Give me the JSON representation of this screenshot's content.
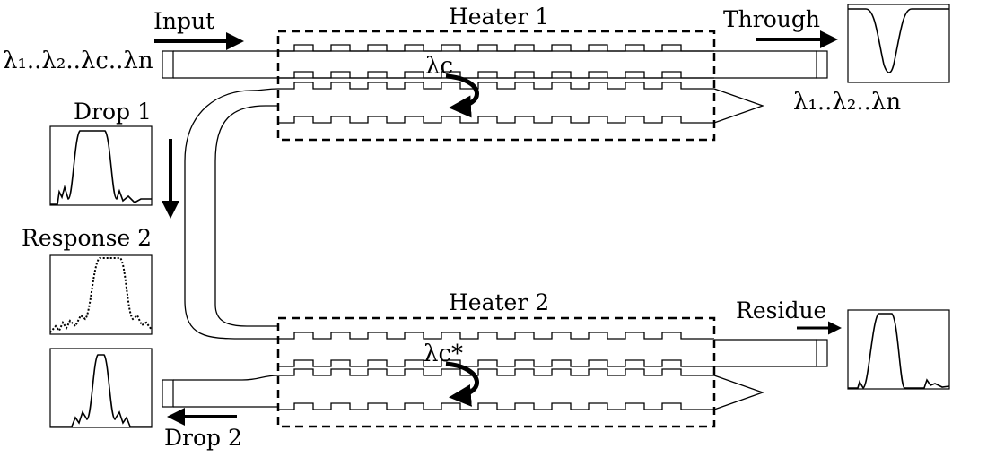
{
  "labels": {
    "input": "Input",
    "through": "Through",
    "heater1": "Heater 1",
    "heater2": "Heater 2",
    "drop1": "Drop 1",
    "drop2": "Drop 2",
    "response2": "Response 2",
    "residue": "Residue"
  },
  "wavelengths": {
    "input": "λ₁..λ₂..λc..λn",
    "through": "λ₁..λ₂..λn",
    "center1": "λc",
    "center2": "λc*"
  },
  "icons": {
    "input_arrow": "arrow-right-icon",
    "through_arrow": "arrow-right-icon",
    "drop1_arrow": "arrow-down-icon",
    "drop2_arrow": "arrow-left-icon",
    "residue_arrow": "arrow-right-icon",
    "coupling": "curved-arrow-icon"
  }
}
